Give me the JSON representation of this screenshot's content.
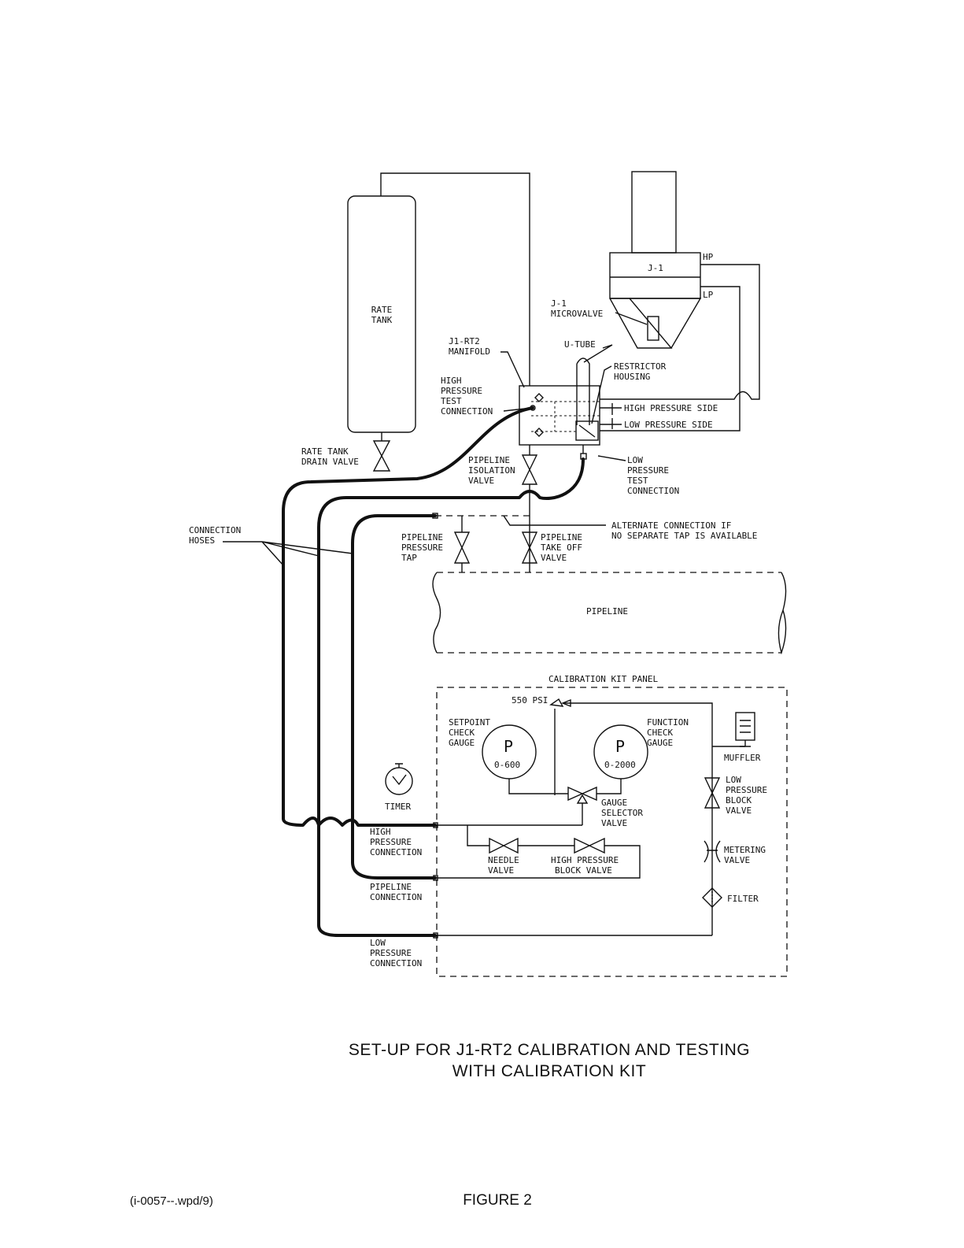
{
  "title": {
    "line1": "SET-UP FOR J1-RT2 CALIBRATION AND TESTING",
    "line2": "WITH CALIBRATION KIT"
  },
  "footer": {
    "left": "(i-0057--.wpd/9)",
    "figure": "FIGURE 2"
  },
  "labels": {
    "rate_tank": [
      "RATE",
      "TANK"
    ],
    "rate_tank_drain_valve": [
      "RATE TANK",
      "DRAIN VALVE"
    ],
    "j1": "J-1",
    "hp": "HP",
    "lp": "LP",
    "j1_microvalve": [
      "J-1",
      "MICROVALVE"
    ],
    "u_tube": "U-TUBE",
    "restrictor_housing": [
      "RESTRICTOR",
      "HOUSING"
    ],
    "manifold": [
      "J1-RT2",
      "MANIFOLD"
    ],
    "hp_test_connection": [
      "HIGH",
      "PRESSURE",
      "TEST",
      "CONNECTION"
    ],
    "high_pressure_side": "HIGH PRESSURE SIDE",
    "low_pressure_side": "LOW PRESSURE SIDE",
    "pipeline_isolation_valve": [
      "PIPELINE",
      "ISOLATION",
      "VALVE"
    ],
    "lp_test_connection": [
      "LOW",
      "PRESSURE",
      "TEST",
      "CONNECTION"
    ],
    "connection_hoses": [
      "CONNECTION",
      "HOSES"
    ],
    "alternate_connection": [
      "ALTERNATE CONNECTION IF",
      "NO SEPARATE TAP IS AVAILABLE"
    ],
    "pipeline_pressure_tap": [
      "PIPELINE",
      "PRESSURE",
      "TAP"
    ],
    "pipeline_take_off_valve": [
      "PIPELINE",
      "TAKE OFF",
      "VALVE"
    ],
    "pipeline": "PIPELINE",
    "calibration_kit_panel": "CALIBRATION KIT PANEL",
    "psi_550": "550 PSI",
    "setpoint_check_gauge": [
      "SETPOINT",
      "CHECK",
      "GAUGE"
    ],
    "function_check_gauge": [
      "FUNCTION",
      "CHECK",
      "GAUGE"
    ],
    "gauge_p": "P",
    "gauge_range_left": "0-600",
    "gauge_range_right": "0-2000",
    "muffler": "MUFFLER",
    "lp_block_valve": [
      "LOW",
      "PRESSURE",
      "BLOCK",
      "VALVE"
    ],
    "metering_valve": [
      "METERING",
      "VALVE"
    ],
    "filter": "FILTER",
    "timer": "TIMER",
    "gauge_selector_valve": [
      "GAUGE",
      "SELECTOR",
      "VALVE"
    ],
    "hp_connection": [
      "HIGH",
      "PRESSURE",
      "CONNECTION"
    ],
    "needle_valve": [
      "NEEDLE",
      "VALVE"
    ],
    "hp_block_valve": [
      "HIGH PRESSURE",
      "BLOCK VALVE"
    ],
    "pipeline_connection": [
      "PIPELINE",
      "CONNECTION"
    ],
    "lp_connection": [
      "LOW",
      "PRESSURE",
      "CONNECTION"
    ]
  }
}
